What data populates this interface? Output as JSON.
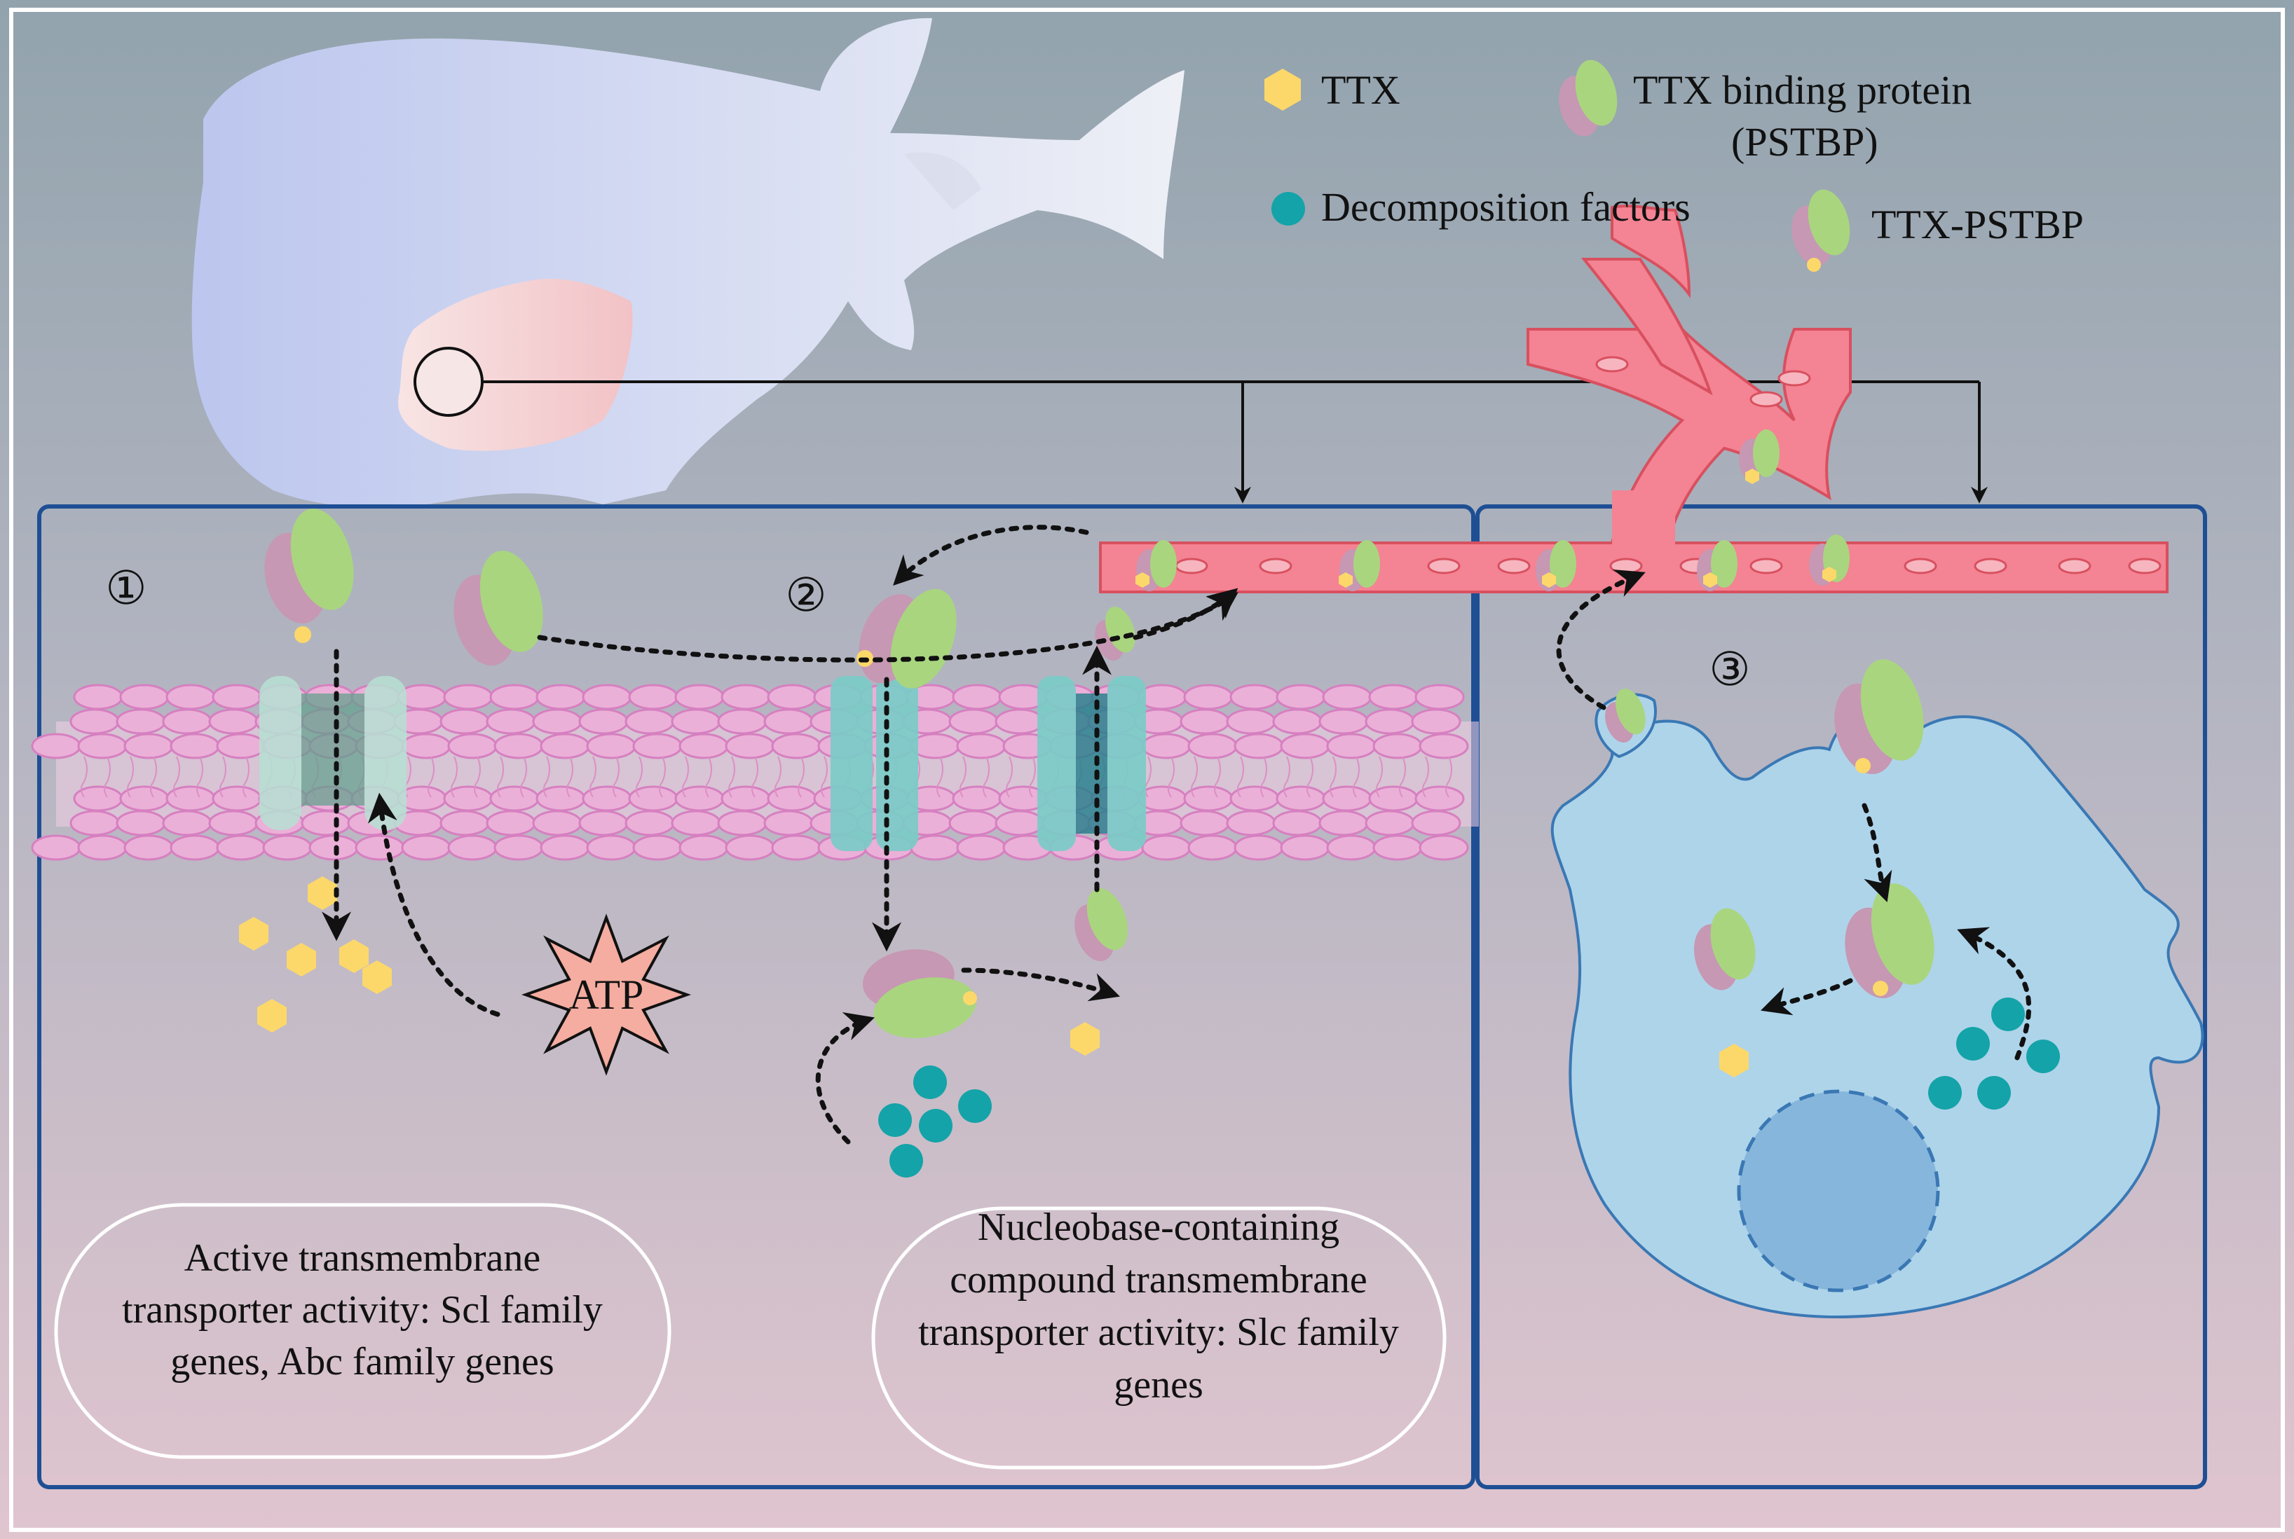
{
  "legend": {
    "ttx": "TTX",
    "binding_protein_line1": "TTX binding protein",
    "binding_protein_line2": "(PSTBP)",
    "decomposition": "Decomposition factors",
    "complex": "TTX-PSTBP"
  },
  "steps": {
    "one": "①",
    "two": "②",
    "three": "③"
  },
  "atp_label": "ATP",
  "captions": {
    "left": [
      "Active transmembrane",
      "transporter activity: Scl family",
      "genes, Abc family genes"
    ],
    "middle": [
      "Nucleobase-containing",
      "compound transmembrane",
      "transporter activity: Slc family",
      "genes"
    ]
  },
  "icons": {
    "ttx": "yellow-hexagon",
    "binding_protein": "two-lobed-protein",
    "decomposition_factor": "teal-dot",
    "complex": "protein-with-ttx"
  },
  "colors": {
    "background_top": "#92a3ad",
    "background_bottom": "#e0c5cf",
    "fish": "#d1d9f0",
    "liver": "#f2c6c9",
    "panel_border": "#1e4f94",
    "vessel": "#f48393",
    "vessel_cell": "#f7b5bf",
    "membrane_head": "#ebb0d8",
    "channel": "#79ccc8",
    "transporter": "#b6e0d2",
    "ttx": "#fcd86a",
    "protein_green": "#a9d57f",
    "protein_pink": "#c698b3",
    "decomposition": "#14a3a8",
    "atp": "#f4ada0",
    "cell": "#aed4ea",
    "nucleus": "#87b6dc"
  }
}
